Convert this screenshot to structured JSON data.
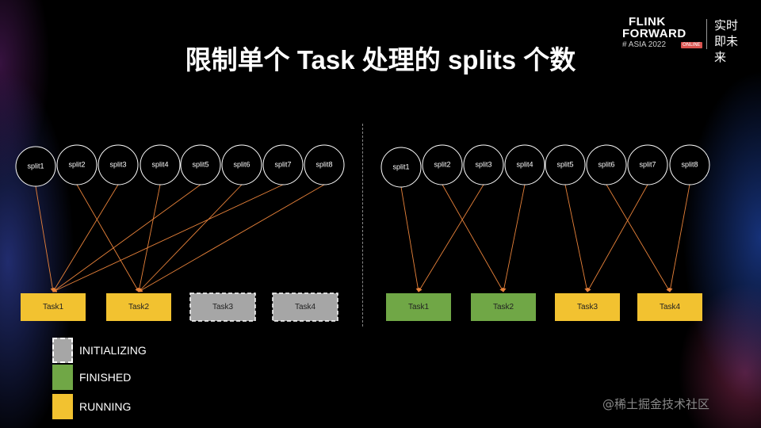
{
  "header": {
    "title": "限制单个 Task 处理的 splits 个数",
    "logo": {
      "line1": "FLINK",
      "line2": "FORWARD",
      "line3": "# ASIA 2022",
      "badge": "ONLINE",
      "cn": "实时即未来"
    }
  },
  "colors": {
    "running": "#f2c230",
    "finished": "#70a746",
    "initializing": "#a6a6a6",
    "arrow": "#e8823a"
  },
  "diagrams": [
    {
      "splits": [
        "split1",
        "split2",
        "split3",
        "split4",
        "split5",
        "split6",
        "split7",
        "split8"
      ],
      "tasks": [
        {
          "label": "Task1",
          "state": "running"
        },
        {
          "label": "Task2",
          "state": "running"
        },
        {
          "label": "Task3",
          "state": "initializing"
        },
        {
          "label": "Task4",
          "state": "initializing"
        }
      ],
      "edges": [
        [
          0,
          0
        ],
        [
          1,
          1
        ],
        [
          2,
          0
        ],
        [
          3,
          1
        ],
        [
          4,
          0
        ],
        [
          5,
          1
        ],
        [
          6,
          0
        ],
        [
          7,
          1
        ]
      ]
    },
    {
      "splits": [
        "split1",
        "split2",
        "split3",
        "split4",
        "split5",
        "split6",
        "split7",
        "split8"
      ],
      "tasks": [
        {
          "label": "Task1",
          "state": "finished"
        },
        {
          "label": "Task2",
          "state": "finished"
        },
        {
          "label": "Task3",
          "state": "running"
        },
        {
          "label": "Task4",
          "state": "running"
        }
      ],
      "edges": [
        [
          0,
          0
        ],
        [
          1,
          1
        ],
        [
          2,
          0
        ],
        [
          3,
          1
        ],
        [
          4,
          2
        ],
        [
          5,
          3
        ],
        [
          6,
          2
        ],
        [
          7,
          3
        ]
      ]
    }
  ],
  "legend": [
    {
      "label": "INITIALIZING",
      "state": "initializing"
    },
    {
      "label": "FINISHED",
      "state": "finished"
    },
    {
      "label": "RUNNING",
      "state": "running"
    }
  ],
  "watermark": "@稀土掘金技术社区"
}
